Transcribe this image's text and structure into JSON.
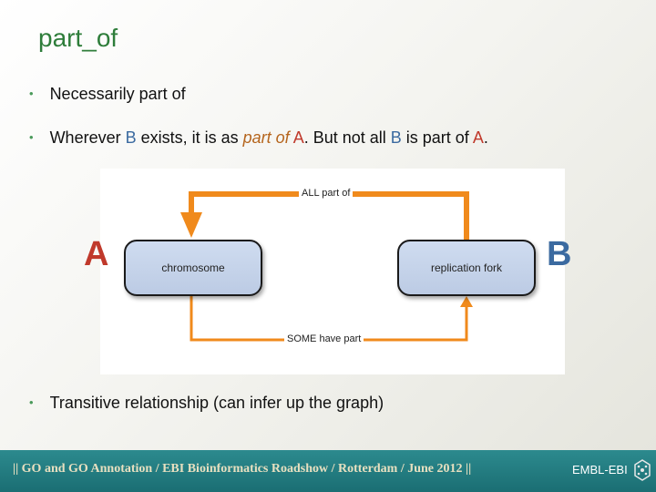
{
  "title": "part_of",
  "bullets": {
    "b1": "Necessarily part of",
    "b2_parts": {
      "p1": "Wherever ",
      "p2": "B",
      "p3": " exists, it is as ",
      "p4": "part of",
      "p5": " ",
      "p6": "A",
      "p7": ". But not all ",
      "p8": "B",
      "p9": " is part of ",
      "p10": "A",
      "p11": "."
    },
    "b3": "Transitive relationship (can infer up the graph)"
  },
  "diagram": {
    "node_a": "chromosome",
    "node_b": "replication fork",
    "edge_top": "ALL part of",
    "edge_bottom": "SOME have part",
    "letter_a": "A",
    "letter_b": "B",
    "arrow_color": "#f08a1c"
  },
  "footer": {
    "text": "|| GO and GO Annotation / EBI Bioinformatics Roadshow / Rotterdam / June 2012 ||",
    "logo": "EMBL-EBI"
  }
}
